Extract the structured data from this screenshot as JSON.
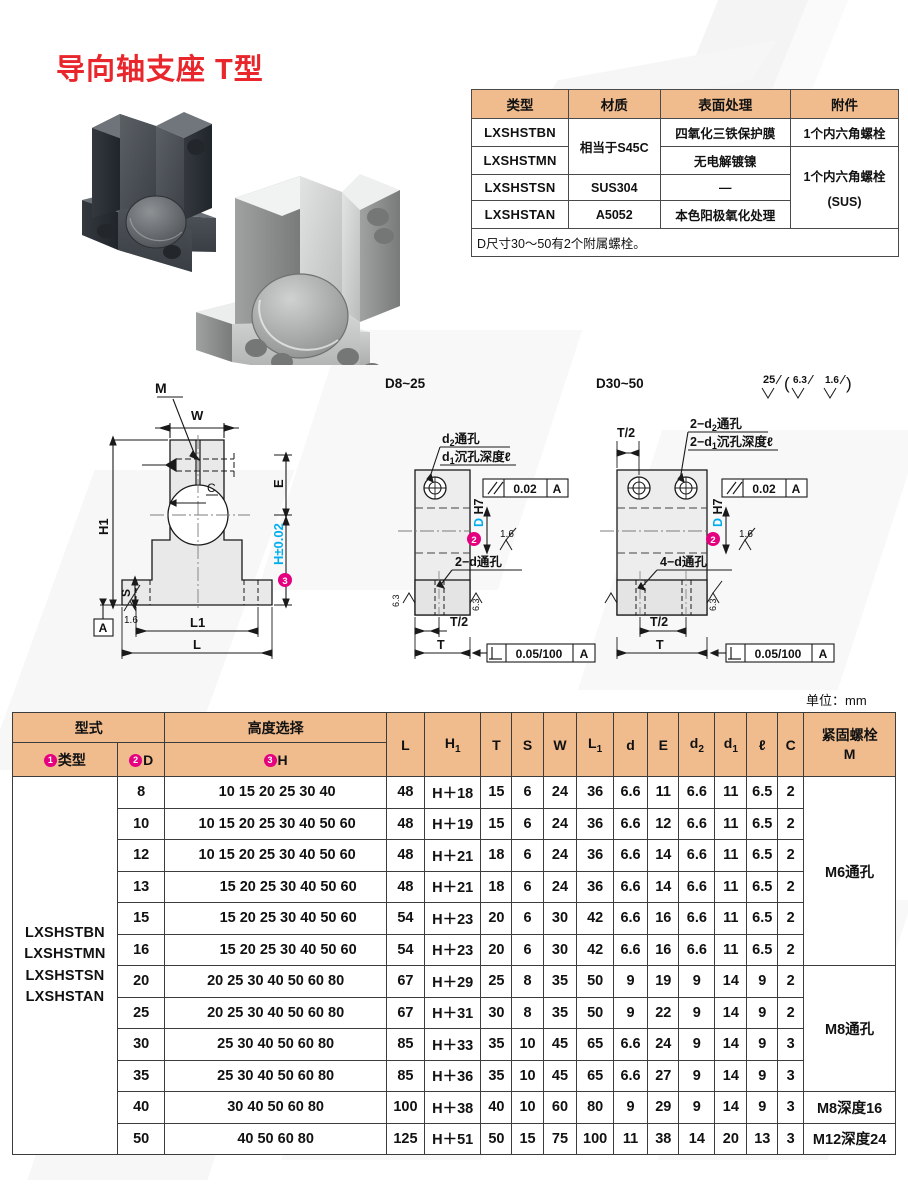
{
  "page": {
    "title": "导向轴支座 T型",
    "unit_note": "单位：mm",
    "title_color": "#e8262b",
    "header_bg": "#f0bc8e",
    "badge_color": "#e5007f"
  },
  "material_table": {
    "headers": [
      "类型",
      "材质",
      "表面处理",
      "附件"
    ],
    "rows": [
      {
        "type": "LXSHSTBN",
        "material": "相当于S45C",
        "surface": "四氧化三铁保护膜",
        "accessory": "1个内六角螺栓"
      },
      {
        "type": "LXSHSTMN",
        "material": "",
        "surface": "无电解镀镍",
        "accessory": "1个内六角螺栓"
      },
      {
        "type": "LXSHSTSN",
        "material": "SUS304",
        "surface": "—",
        "accessory": "(SUS)"
      },
      {
        "type": "LXSHSTAN",
        "material": "A5052",
        "surface": "本色阳极氧化处理",
        "accessory": ""
      }
    ],
    "footnote": "D尺寸30〜50有2个附属螺栓。"
  },
  "drawings": {
    "front_view": {
      "labels": [
        "M",
        "W",
        "H1",
        "S",
        "E",
        "L1",
        "L",
        "C",
        "A",
        "1.6"
      ],
      "tolerance_label": "H±0.02",
      "badge": "3"
    },
    "side_view_small": {
      "title": "D8~25",
      "callout_top_1": "d2通孔",
      "callout_top_2": "d1沉孔深度ℓ",
      "callout_bottom": "2-d通孔",
      "bore_label": "D H7",
      "badge": "2",
      "gdt_parallel": "0.02",
      "gdt_parallel_datum": "A",
      "gdt_perp": "0.05/100",
      "gdt_perp_datum": "A",
      "dim_t": "T",
      "dim_t_half": "T/2",
      "finish_bore": "1.6",
      "finish_base": "6.3"
    },
    "side_view_large": {
      "title": "D30~50",
      "callout_top_1": "2-d2通孔",
      "callout_top_2": "2-d1沉孔深度ℓ",
      "callout_bottom": "4-d通孔",
      "bore_label": "D H7",
      "badge": "2",
      "gdt_parallel": "0.02",
      "gdt_parallel_datum": "A",
      "gdt_perp": "0.05/100",
      "gdt_perp_datum": "A",
      "dim_t": "T",
      "dim_t_half": "T/2",
      "finish_bore": "1.6",
      "finish_base": "6.3"
    },
    "surface_finish_symbol": {
      "main": "25",
      "paren_1": "6.3",
      "paren_2": "1.6"
    }
  },
  "spec_table": {
    "group_headers": {
      "model": "型式",
      "height": "高度选择"
    },
    "headers": {
      "type": "类型",
      "d": "D",
      "h": "H",
      "L": "L",
      "H1": "H",
      "H1_sub": "1",
      "T": "T",
      "S": "S",
      "W": "W",
      "L1": "L",
      "L1_sub": "1",
      "d_col": "d",
      "E": "E",
      "d2": "d",
      "d2_sub": "2",
      "d1": "d",
      "d1_sub": "1",
      "l": "ℓ",
      "C": "C",
      "bolt_line1": "紧固螺栓",
      "bolt_line2": "M"
    },
    "model_names": [
      "LXSHSTBN",
      "LXSHSTMN",
      "LXSHSTSN",
      "LXSHSTAN"
    ],
    "rows": [
      {
        "D": "8",
        "H": "10  15  20  25  30  40",
        "H_align": "left",
        "L": "48",
        "H1": "H＋18",
        "T": "15",
        "S": "6",
        "W": "24",
        "L1": "36",
        "d": "6.6",
        "E": "11",
        "d2": "6.6",
        "d1": "11",
        "l": "6.5",
        "C": "2"
      },
      {
        "D": "10",
        "H": "10  15  20  25  30  40  50  60",
        "H_align": "left",
        "L": "48",
        "H1": "H＋19",
        "T": "15",
        "S": "6",
        "W": "24",
        "L1": "36",
        "d": "6.6",
        "E": "12",
        "d2": "6.6",
        "d1": "11",
        "l": "6.5",
        "C": "2"
      },
      {
        "D": "12",
        "H": "10  15  20  25  30  40  50  60",
        "H_align": "left",
        "L": "48",
        "H1": "H＋21",
        "T": "18",
        "S": "6",
        "W": "24",
        "L1": "36",
        "d": "6.6",
        "E": "14",
        "d2": "6.6",
        "d1": "11",
        "l": "6.5",
        "C": "2"
      },
      {
        "D": "13",
        "H": "15  20  25  30  40  50  60",
        "H_align": "center",
        "L": "48",
        "H1": "H＋21",
        "T": "18",
        "S": "6",
        "W": "24",
        "L1": "36",
        "d": "6.6",
        "E": "14",
        "d2": "6.6",
        "d1": "11",
        "l": "6.5",
        "C": "2"
      },
      {
        "D": "15",
        "H": "15  20  25  30  40  50  60",
        "H_align": "center",
        "L": "54",
        "H1": "H＋23",
        "T": "20",
        "S": "6",
        "W": "30",
        "L1": "42",
        "d": "6.6",
        "E": "16",
        "d2": "6.6",
        "d1": "11",
        "l": "6.5",
        "C": "2"
      },
      {
        "D": "16",
        "H": "15  20  25  30  40  50  60",
        "H_align": "center",
        "L": "54",
        "H1": "H＋23",
        "T": "20",
        "S": "6",
        "W": "30",
        "L1": "42",
        "d": "6.6",
        "E": "16",
        "d2": "6.6",
        "d1": "11",
        "l": "6.5",
        "C": "2"
      },
      {
        "D": "20",
        "H": "20  25  30  40  50  60  80",
        "H_align": "right",
        "L": "67",
        "H1": "H＋29",
        "T": "25",
        "S": "8",
        "W": "35",
        "L1": "50",
        "d": "9",
        "E": "19",
        "d2": "9",
        "d1": "14",
        "l": "9",
        "C": "2"
      },
      {
        "D": "25",
        "H": "20  25  30  40  50  60  80",
        "H_align": "right",
        "L": "67",
        "H1": "H＋31",
        "T": "30",
        "S": "8",
        "W": "35",
        "L1": "50",
        "d": "9",
        "E": "22",
        "d2": "9",
        "d1": "14",
        "l": "9",
        "C": "2"
      },
      {
        "D": "30",
        "H": "25  30  40  50  60  80",
        "H_align": "right",
        "L": "85",
        "H1": "H＋33",
        "T": "35",
        "S": "10",
        "W": "45",
        "L1": "65",
        "d": "6.6",
        "E": "24",
        "d2": "9",
        "d1": "14",
        "l": "9",
        "C": "3"
      },
      {
        "D": "35",
        "H": "25  30  40  50  60  80",
        "H_align": "right",
        "L": "85",
        "H1": "H＋36",
        "T": "35",
        "S": "10",
        "W": "45",
        "L1": "65",
        "d": "6.6",
        "E": "27",
        "d2": "9",
        "d1": "14",
        "l": "9",
        "C": "3"
      },
      {
        "D": "40",
        "H": "30  40  50  60  80",
        "H_align": "right",
        "L": "100",
        "H1": "H＋38",
        "T": "40",
        "S": "10",
        "W": "60",
        "L1": "80",
        "d": "9",
        "E": "29",
        "d2": "9",
        "d1": "14",
        "l": "9",
        "C": "3"
      },
      {
        "D": "50",
        "H": "40  50  60  80",
        "H_align": "right",
        "L": "125",
        "H1": "H＋51",
        "T": "50",
        "S": "15",
        "W": "75",
        "L1": "100",
        "d": "11",
        "E": "38",
        "d2": "14",
        "d1": "20",
        "l": "13",
        "C": "3"
      }
    ],
    "bolt_groups": [
      {
        "label": "M6通孔",
        "span": 6
      },
      {
        "label": "M8通孔",
        "span": 4
      },
      {
        "label": "M8深度16",
        "span": 1
      },
      {
        "label": "M12深度24",
        "span": 1
      }
    ]
  }
}
